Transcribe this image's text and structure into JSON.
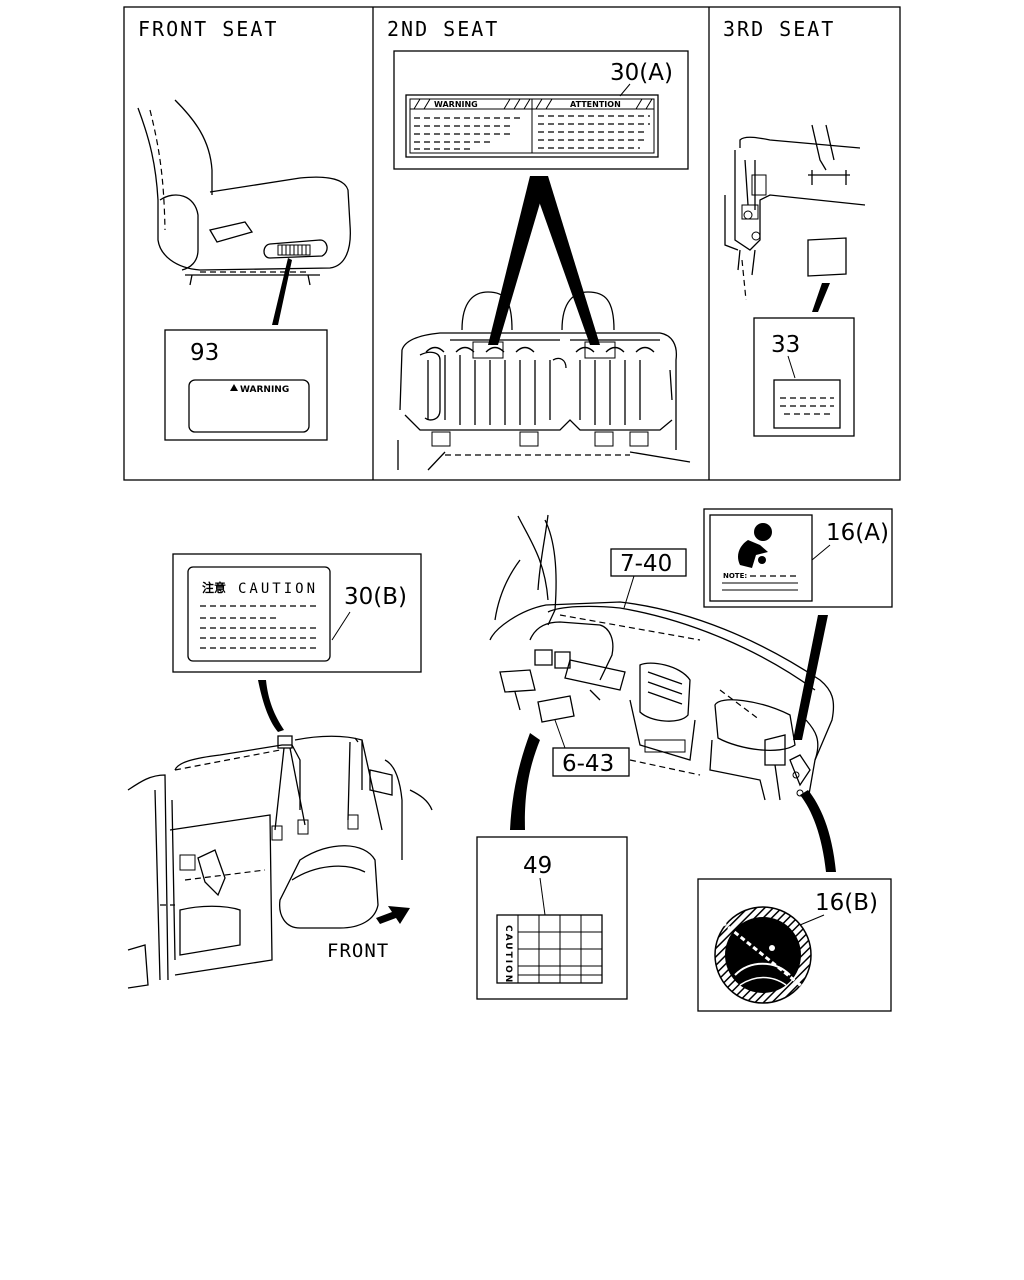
{
  "panels": {
    "front_seat": {
      "title": "FRONT SEAT",
      "label_callout": "93",
      "label_text": "WARNING"
    },
    "second_seat": {
      "title": "2ND SEAT",
      "label_callout": "30(A)",
      "label_text_left": "WARNING",
      "label_text_right": "ATTENTION"
    },
    "third_seat": {
      "title": "3RD SEAT",
      "label_callout": "33"
    }
  },
  "lower": {
    "door": {
      "label_callout": "30(B)",
      "label_heading_cjk": "注意",
      "label_heading": "CAUTION",
      "front_label": "FRONT"
    },
    "dash": {
      "part_7_40": "7-40",
      "part_6_43": "6-43",
      "airbag_callout": "16(A)",
      "airbag_note": "NOTE:",
      "caution_callout": "49",
      "caution_text": "CAUTION",
      "seal_callout": "16(B)"
    }
  }
}
